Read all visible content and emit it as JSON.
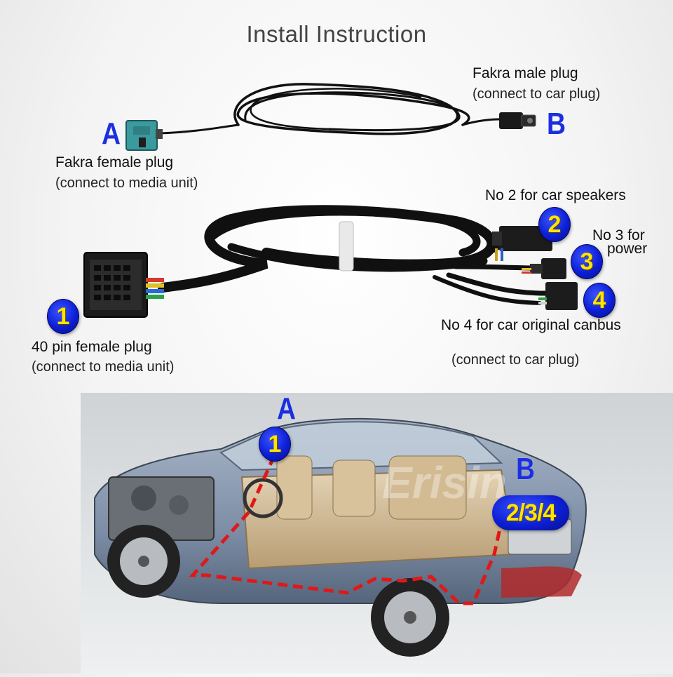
{
  "title": "Install Instruction",
  "cable_a": {
    "letter_a": "A",
    "letter_b": "B",
    "male_plug_label": "Fakra male plug",
    "male_plug_note": "(connect to car plug)",
    "female_plug_label": "Fakra female plug",
    "female_plug_note": "(connect to media unit)"
  },
  "cable_b": {
    "badge_1": "1",
    "badge_2": "2",
    "badge_3": "3",
    "badge_4": "4",
    "no2_label": "No 2 for car speakers",
    "no3_label_line1": "No 3 for",
    "no3_label_line2": "power",
    "no4_label": "No 4 for car original canbus",
    "car_plug_note": "(connect to car plug)",
    "pin_plug_label": "40 pin female plug",
    "pin_plug_note": "(connect to media unit)"
  },
  "car_diagram": {
    "letter_a": "A",
    "badge_1": "1",
    "letter_b": "B",
    "badge_234": "2/3/4",
    "watermark": "Erisin"
  },
  "colors": {
    "badge_blue": "#0c1fd6",
    "badge_digit": "#ffe400",
    "letter_blue": "#1c2fe0",
    "route_red": "#e01818",
    "fakra_teal": "#3a9a9e",
    "cable_black": "#111111"
  },
  "icons": {
    "fakra_female": "teal-fakra-connector",
    "fakra_male": "black-fakra-connector",
    "pin40": "40-pin-iso-connector",
    "car": "car-cutaway"
  }
}
